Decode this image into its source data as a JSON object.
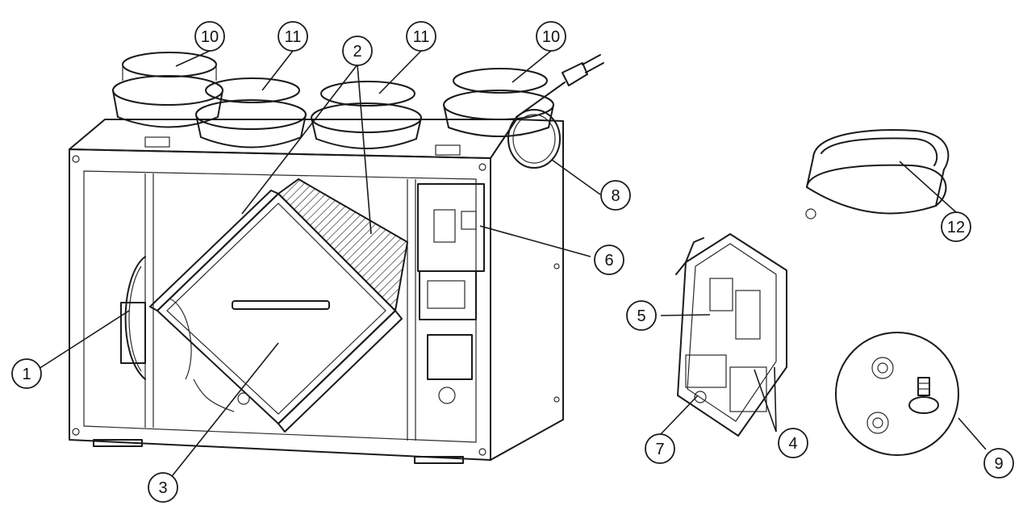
{
  "callouts": {
    "c1": "1",
    "c2": "2",
    "c3": "3",
    "c4": "4",
    "c5": "5",
    "c6": "6",
    "c7": "7",
    "c8": "8",
    "c9": "9",
    "c10a": "10",
    "c10b": "10",
    "c11a": "11",
    "c11b": "11",
    "c12": "12"
  },
  "colors": {
    "line": "#1a1a1a",
    "background": "#ffffff"
  }
}
